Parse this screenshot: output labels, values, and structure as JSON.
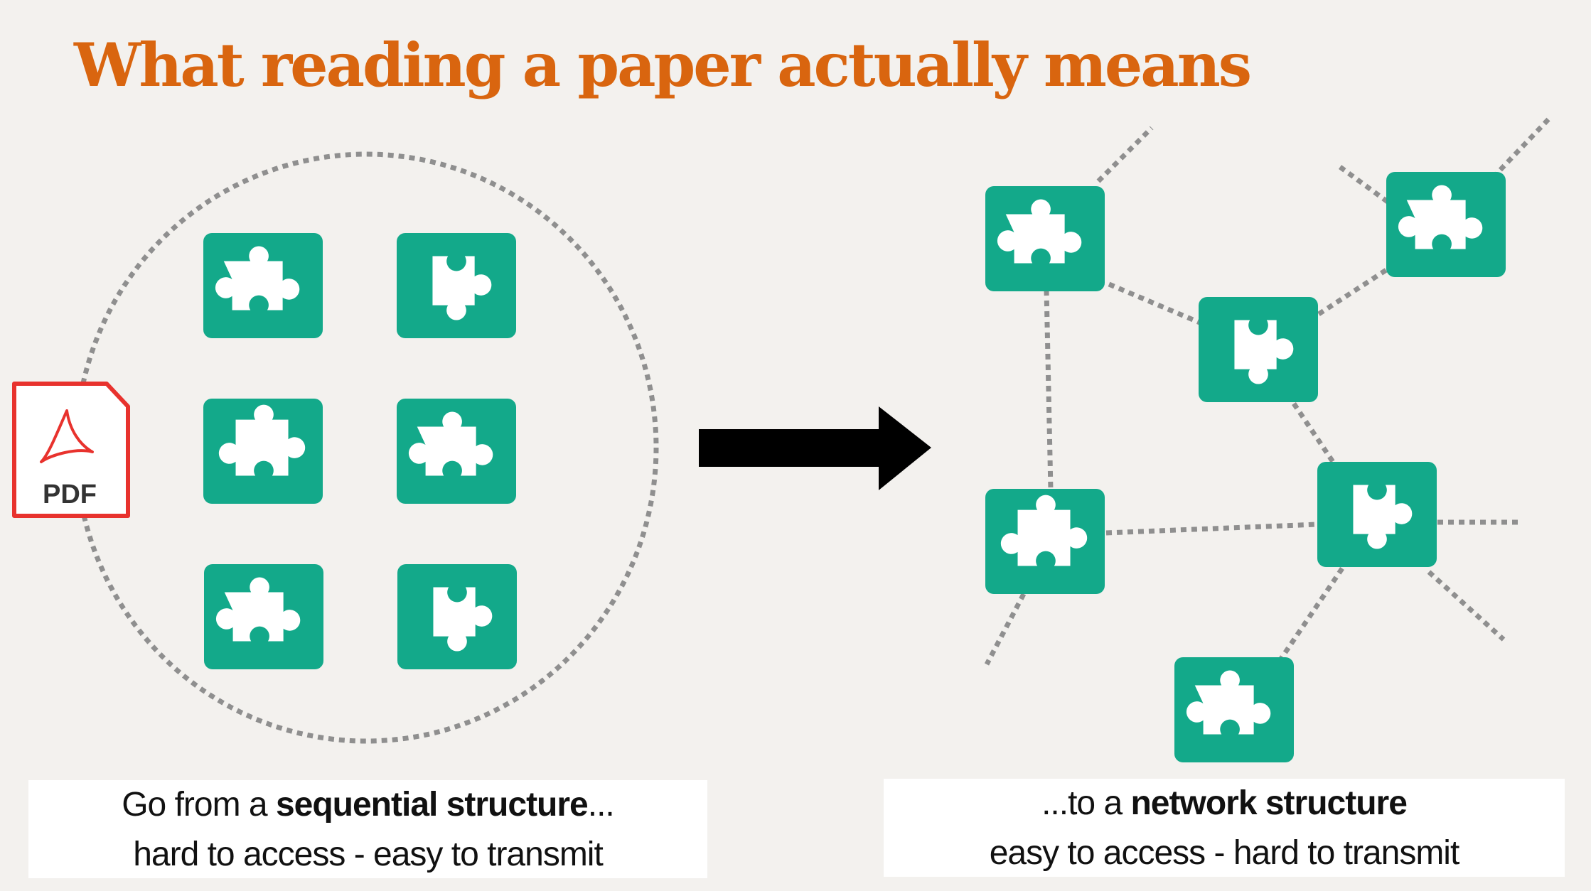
{
  "title": "What reading a paper actually means",
  "pdf_icon": {
    "label": "PDF",
    "icon": "pdf-file-icon"
  },
  "colors": {
    "title": "#d9650f",
    "tile": "#13a98a",
    "dots": "#8f8f8f",
    "pdf_red": "#e8322d",
    "arrow": "#000000"
  },
  "caption_left": {
    "line1_prefix": "Go from a ",
    "line1_bold": "sequential structure",
    "line1_suffix": "...",
    "line2": "hard to access - easy to transmit"
  },
  "caption_right": {
    "line1_prefix": "...to a ",
    "line1_bold": "network structure",
    "line2": "easy to access - hard to transmit"
  },
  "icons": [
    "puzzle-piece-icon",
    "right-arrow-icon",
    "pdf-file-icon"
  ]
}
